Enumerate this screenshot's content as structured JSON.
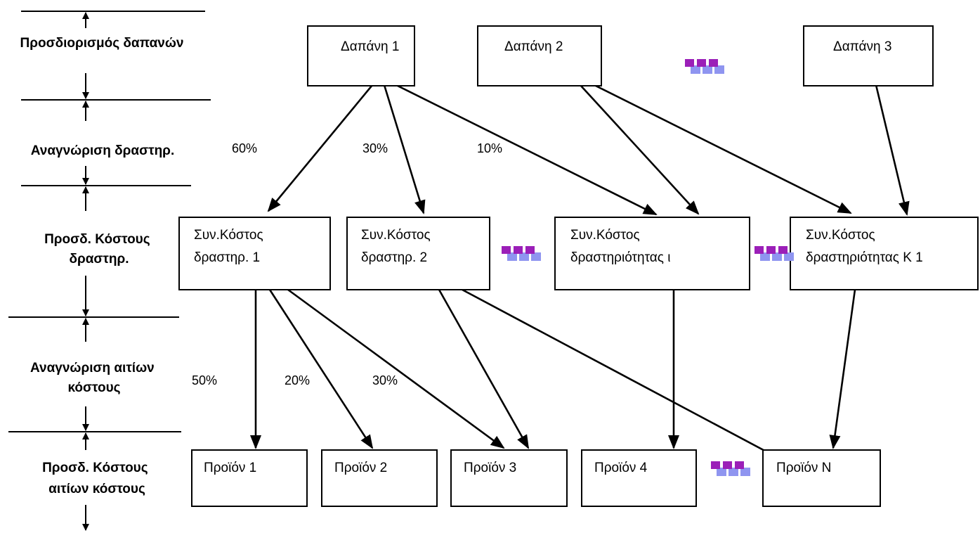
{
  "stages": [
    {
      "lines": [
        "Προσδιορισμός δαπανών"
      ]
    },
    {
      "lines": [
        "Αναγνώριση δραστηρ."
      ]
    },
    {
      "lines": [
        "Προσδ.  Κόστους",
        "δραστηρ."
      ]
    },
    {
      "lines": [
        "Αναγνώριση αιτίων",
        "κόστους"
      ]
    },
    {
      "lines": [
        "Προσδ. Κόστους",
        "αιτίων κόστους"
      ]
    }
  ],
  "expenses": [
    {
      "label": "Δαπάνη 1"
    },
    {
      "label": "Δαπάνη 2"
    },
    {
      "label": "Δαπάνη 3"
    }
  ],
  "activities": [
    {
      "lines": [
        "Συν.Κόστος",
        "δραστηρ. 1"
      ]
    },
    {
      "lines": [
        "Συν.Κόστος",
        "δραστηρ. 2"
      ]
    },
    {
      "lines": [
        "Συν.Κόστος",
        "δραστηριότητας ι"
      ]
    },
    {
      "lines": [
        "Συν.Κόστος",
        "δραστηριότητας Κ 1"
      ]
    }
  ],
  "products": [
    {
      "label": "Προϊόν 1"
    },
    {
      "label": "Προϊόν 2"
    },
    {
      "label": "Προϊόν 3"
    },
    {
      "label": "Προϊόν 4"
    },
    {
      "label": "Προϊόν N"
    }
  ],
  "expense_percentages": [
    "60%",
    "30%",
    "10%"
  ],
  "activity_percentages": [
    "50%",
    "20%",
    "30%"
  ],
  "ellipsis_icon_colors": {
    "front": "#9b1fb8",
    "back": "#8f95f0"
  }
}
